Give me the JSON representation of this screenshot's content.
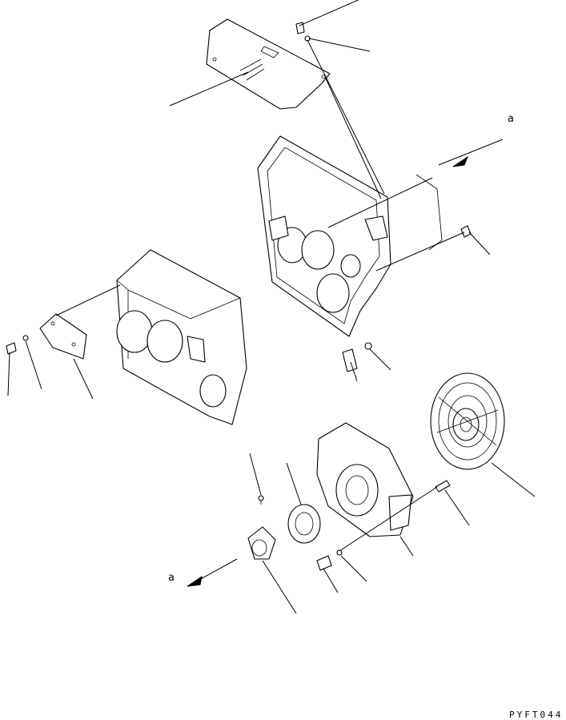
{
  "diagram": {
    "labels": {
      "view_marker_top": "a",
      "view_marker_bottom": "a"
    },
    "drawing_code": "PYFT044"
  }
}
